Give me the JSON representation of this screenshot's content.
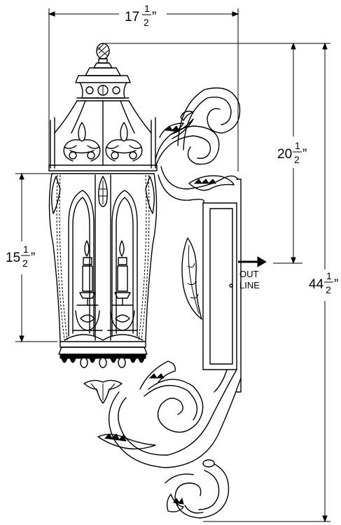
{
  "dimensions": {
    "width": {
      "whole": "17",
      "num": "1",
      "den": "2",
      "inch": "”"
    },
    "outlet_height": {
      "whole": "20",
      "num": "1",
      "den": "2",
      "inch": "”"
    },
    "glass_height": {
      "whole": "15",
      "num": "1",
      "den": "2",
      "inch": "”"
    },
    "overall_height": {
      "whole": "44",
      "num": "1",
      "den": "2",
      "inch": "”"
    }
  },
  "labels": {
    "out": "OUT",
    "line": "LINE"
  },
  "style": {
    "line_color": "#000000",
    "background": "#ffffff"
  }
}
